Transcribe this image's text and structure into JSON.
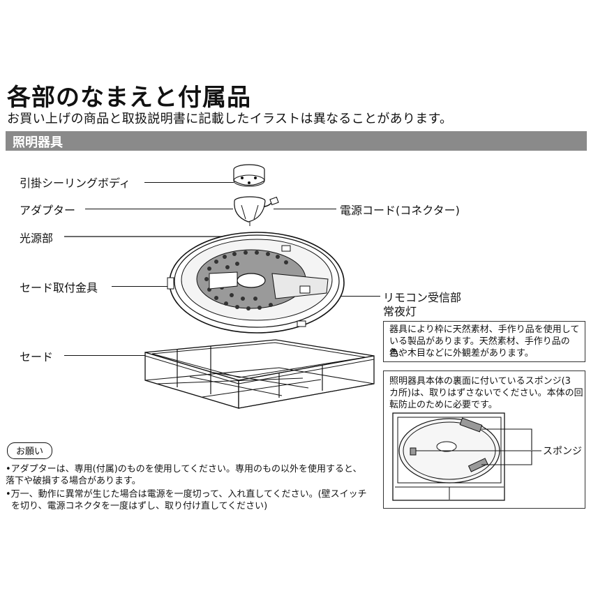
{
  "header": {
    "title": "各部のなまえと付属品",
    "subtitle": "お買い上げの商品と取扱説明書に記載したイラストは異なることがあります。"
  },
  "section": {
    "title": "照明器具"
  },
  "parts": {
    "ceiling_body": "引掛シーリングボディ",
    "adapter": "アダプター",
    "power_cord": "電源コード(コネクター)",
    "light_source": "光源部",
    "shade_bracket": "セード取付金具",
    "remote_receiver": "リモコン受信部",
    "night_light": "常夜灯",
    "shade": "セード"
  },
  "info_box_1": {
    "lines": [
      "器具により枠に天然素材、手作り品を使用して",
      "いる製品があります。天然素材、手作り品の為、",
      "色や木目などに外観差があります。"
    ]
  },
  "info_box_2": {
    "lines": [
      "照明器具本体の裏面に付いているスポンジ(3",
      "カ所)は、取りはずさないでください。本体の回",
      "転防止のために必要です。"
    ],
    "sponge_label": "スポンジ"
  },
  "notice": {
    "label": "お願い",
    "items": [
      "•アダプターは、専用(付属)のものを使用してください。専用のもの以外を使用すると、",
      "  落下や破損する場合があります。",
      "•万一、動作に異常が生じた場合は電源を一度切って、入れ直してください。(壁スイッチ",
      "を切り、電源コネクタを一度はずし、取り付け直してください)"
    ]
  }
}
